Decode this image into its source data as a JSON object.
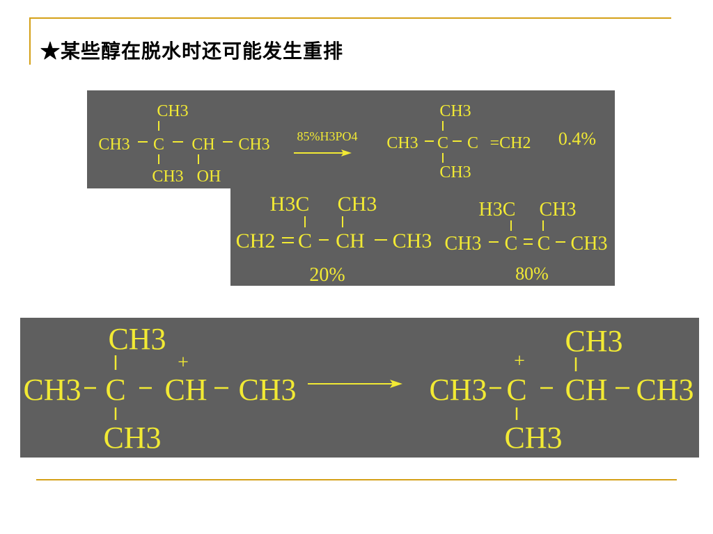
{
  "title": "★某些醇在脱水时还可能发生重排",
  "reaction1": {
    "reactant": {
      "top": "CH3",
      "main": [
        "CH3",
        "C",
        "CH",
        "CH3"
      ],
      "bottom_left": "CH3",
      "bottom_right": "OH"
    },
    "reagent": "85%H3PO4",
    "product_a": {
      "top": "CH3",
      "main": [
        "CH3",
        "C",
        "C",
        "=CH2"
      ],
      "bottom": "CH3",
      "yield": "0.4%"
    },
    "product_b": {
      "top": [
        "H3C",
        "CH3"
      ],
      "main": [
        "CH2",
        "C",
        "CH",
        "CH3"
      ],
      "yield": "20%"
    },
    "product_c": {
      "top": [
        "H3C",
        "CH3"
      ],
      "main": [
        "CH3",
        "C",
        "C",
        "CH3"
      ],
      "yield": "80%"
    }
  },
  "rearrangement": {
    "left": {
      "top": "CH3",
      "main": [
        "CH3",
        "C",
        "CH",
        "CH3"
      ],
      "bottom": "CH3",
      "charge": "+"
    },
    "right": {
      "top": "CH3",
      "main": [
        "CH3",
        "C",
        "CH",
        "CH3"
      ],
      "bottom": "CH3",
      "charge": "+"
    }
  },
  "colors": {
    "accent_line": "#d4a017",
    "panel": "#5f5f5f",
    "formula": "#f2ea34"
  }
}
